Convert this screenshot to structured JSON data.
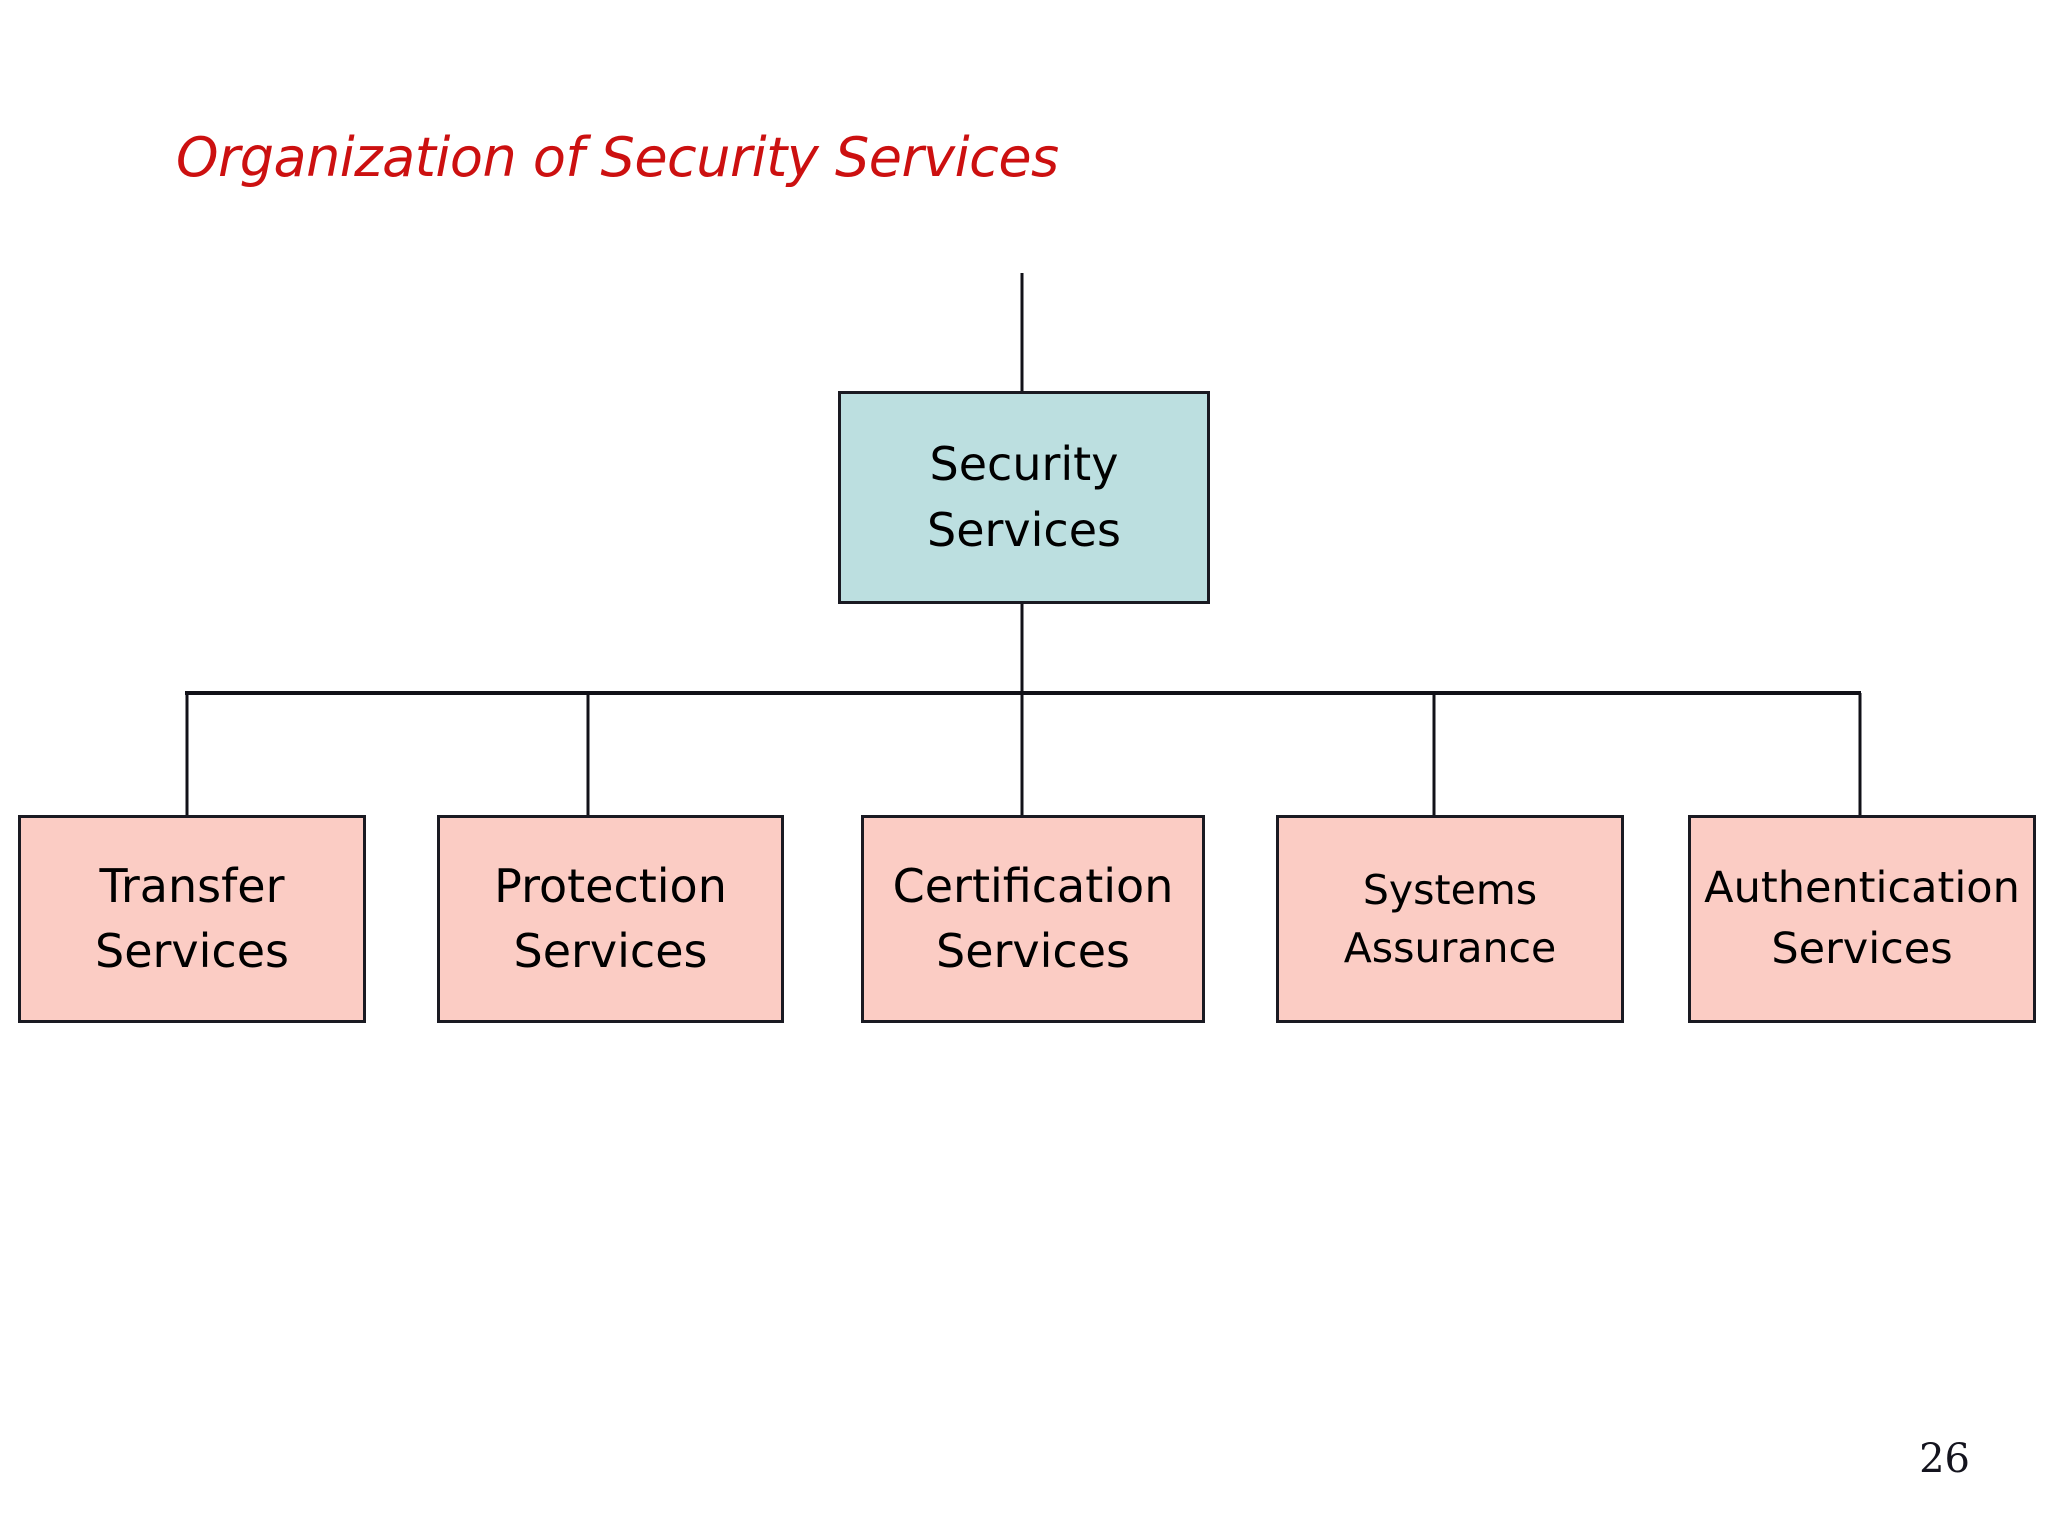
{
  "slide": {
    "title": "Organization of Security Services",
    "page_number": "26",
    "background_color": "#ffffff",
    "title_color": "#cc1010"
  },
  "diagram": {
    "type": "org-chart",
    "root": {
      "id": "security-services",
      "line1": "Security",
      "line2": "Services",
      "fill_color": "#bcdfe0",
      "border_color": "#1a1a22"
    },
    "children": [
      {
        "id": "transfer-services",
        "line1": "Transfer",
        "line2": "Services",
        "fill_color": "#fbccc4",
        "border_color": "#1a1a22"
      },
      {
        "id": "protection-services",
        "line1": "Protection",
        "line2": "Services",
        "fill_color": "#fbccc4",
        "border_color": "#1a1a22"
      },
      {
        "id": "certification-services",
        "line1": "Certification",
        "line2": "Services",
        "fill_color": "#fbccc4",
        "border_color": "#1a1a22"
      },
      {
        "id": "systems-assurance",
        "line1": "Systems",
        "line2": "Assurance",
        "fill_color": "#fbccc4",
        "border_color": "#1a1a22"
      },
      {
        "id": "authentication-services",
        "line1": "Authentication",
        "line2": "Services",
        "fill_color": "#fbccc4",
        "border_color": "#1a1a22"
      }
    ],
    "connector_color": "#111118"
  }
}
